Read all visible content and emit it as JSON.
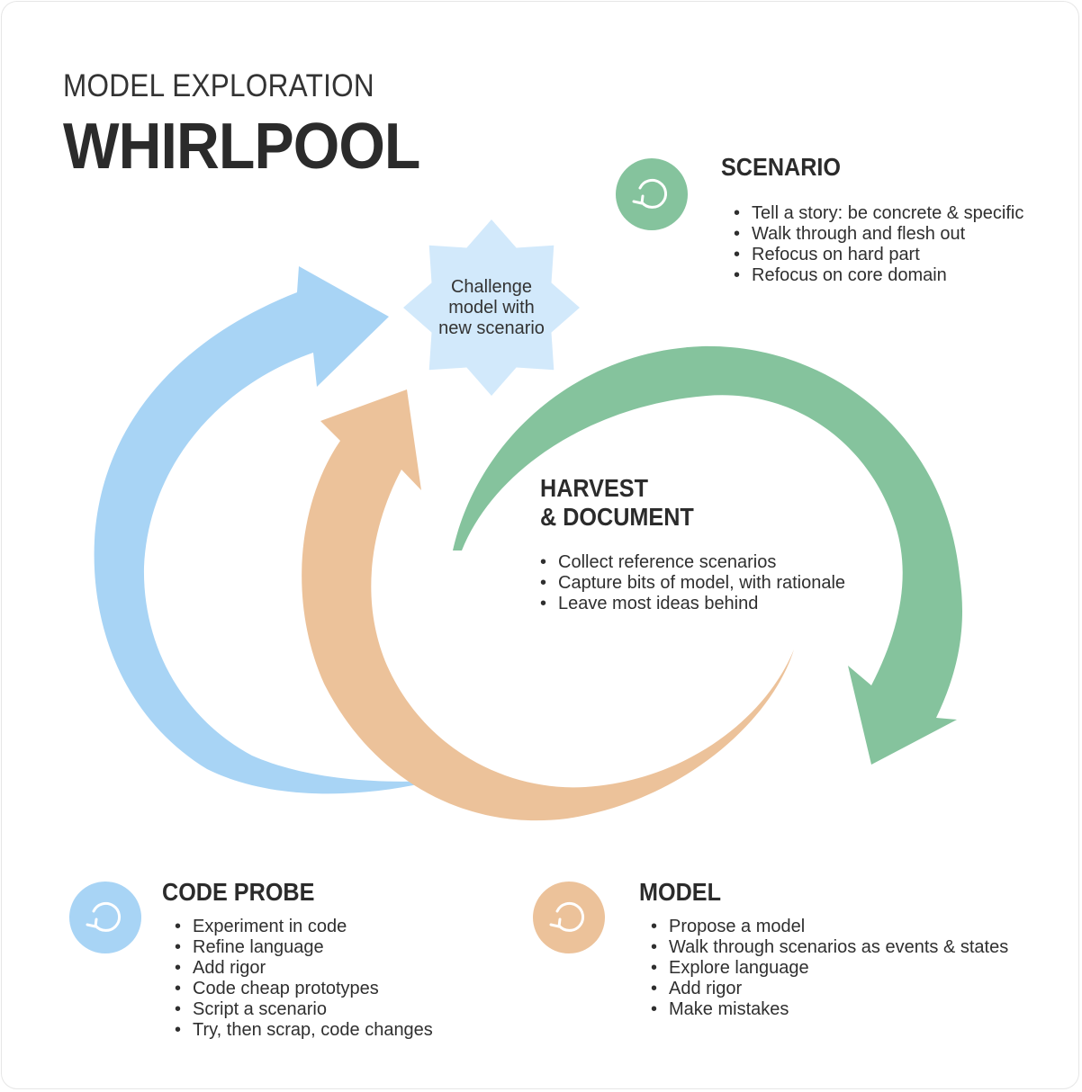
{
  "header": {
    "subtitle": "MODEL EXPLORATION",
    "title": "WHIRLPOOL"
  },
  "challenge": {
    "lines": [
      "Challenge",
      "model with",
      "new scenario"
    ]
  },
  "scenario": {
    "heading": "SCENARIO",
    "bullets": [
      "Tell a story: be concrete & specific",
      "Walk through and flesh out",
      "Refocus on hard part",
      "Refocus on core domain"
    ]
  },
  "harvest": {
    "heading_lines": [
      "HARVEST",
      "& DOCUMENT"
    ],
    "bullets": [
      "Collect reference scenarios",
      "Capture bits of model, with rationale",
      "Leave most ideas behind"
    ]
  },
  "code_probe": {
    "heading": "CODE PROBE",
    "bullets": [
      "Experiment in code",
      "Refine language",
      "Add rigor",
      "Code cheap prototypes",
      "Script a scenario",
      "Try, then scrap, code changes"
    ]
  },
  "model": {
    "heading": "MODEL",
    "bullets": [
      "Propose a model",
      "Walk through scenarios as events & states",
      "Explore language",
      "Add rigor",
      "Make mistakes"
    ]
  },
  "colors": {
    "blue": "#a8d4f5",
    "green": "#85c39d",
    "orange": "#ecc29a",
    "star": "#d2e9fb",
    "text": "#2f2f2f"
  },
  "icons": {
    "scenario": "refresh-icon",
    "code_probe": "refresh-icon",
    "model": "refresh-icon"
  }
}
